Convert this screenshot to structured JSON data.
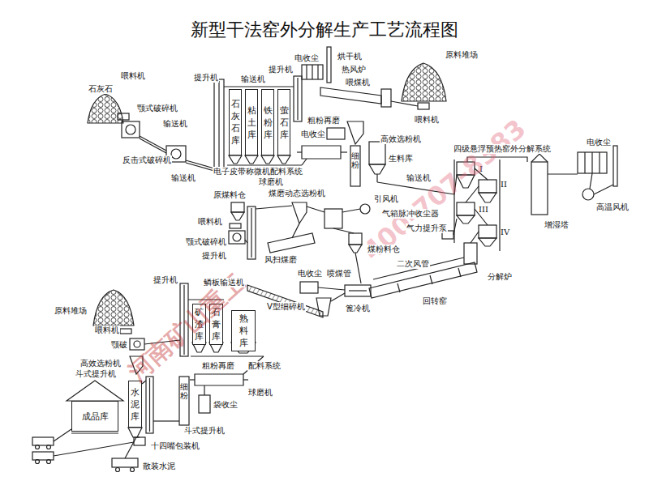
{
  "diagram": {
    "title": "新型干法窑外分解生产工艺流程图",
    "nodes": [
      {
        "text": [
          "石灰石库"
        ]
      },
      {
        "text": [
          "粘土库"
        ]
      },
      {
        "text": [
          "铁粉库"
        ]
      },
      {
        "text": [
          "萤石库"
        ]
      },
      {
        "text": [
          "矿渣库"
        ]
      },
      {
        "text": [
          "石膏库"
        ]
      },
      {
        "text": [
          "熟料库"
        ]
      },
      {
        "text": [
          "水泥库"
        ]
      },
      {
        "text": [
          "成品库"
        ]
      }
    ],
    "labels": [
      "石灰石",
      "喂料机",
      "颚式破碎机",
      "输送机",
      "反击式破碎机",
      "输送机",
      "提升机",
      "输送机",
      "提升机",
      "电收尘",
      "烘干机",
      "热风炉",
      "喂煤机",
      "原料堆场",
      "喂料机",
      "粗粉再磨",
      "电收尘",
      "高效选粉机",
      "电子皮带称微机配料系统",
      "生料库",
      "细粉",
      "球磨机",
      "输送机",
      "四级悬浮预热窑外分解系统",
      "I",
      "II",
      "III",
      "IV",
      "电收尘",
      "高温风机",
      "增湿塔",
      "原煤料仓",
      "喂料机",
      "煤磨动态选粉机",
      "引风机",
      "气箱脉冲收尘器",
      "气力提升泵",
      "颚式破碎机",
      "提升机",
      "风扫煤磨",
      "煤粉料仓",
      "二次风管",
      "分解炉",
      "电收尘",
      "喷煤管",
      "提升机",
      "鳞板输送机",
      "V型细碎机",
      "篦冷机",
      "回转窑",
      "原料堆场",
      "喂料机",
      "颚破",
      "高效选粉机",
      "粗粉再磨",
      "配料系统",
      "斗式提升机",
      "球磨机",
      "细粉",
      "袋收尘",
      "斗式提升机",
      "十四嘴包装机",
      "散装水泥",
      "河南矿山重工",
      "400-707-8383"
    ]
  }
}
